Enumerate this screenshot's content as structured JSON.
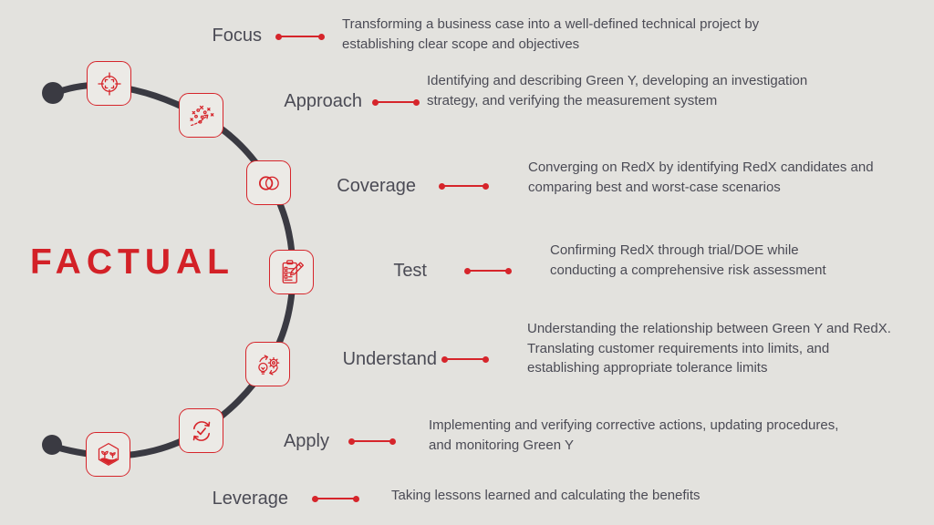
{
  "title": "FACTUAL",
  "colors": {
    "background": "#e3e2de",
    "accent_red": "#d6252b",
    "text_gray": "#4b4b55",
    "curve_dark": "#3a3a42"
  },
  "steps": [
    {
      "label": "Focus",
      "icon": "target-icon",
      "description": "Transforming a business case into a well-defined technical project by establishing clear scope and objectives"
    },
    {
      "label": "Approach",
      "icon": "strategy-icon",
      "description": "Identifying and describing Green Y, developing an investigation strategy, and verifying the measurement system"
    },
    {
      "label": "Coverage",
      "icon": "venn-overlap-icon",
      "description": "Converging on RedX by identifying RedX candidates and comparing best and worst-case scenarios"
    },
    {
      "label": "Test",
      "icon": "checklist-pencil-icon",
      "description": "Confirming RedX through trial/DOE while conducting a comprehensive risk assessment"
    },
    {
      "label": "Understand",
      "icon": "gears-lightbulb-icon",
      "description": "Understanding the relationship between Green Y and RedX. Translating customer requirements into limits, and establishing appropriate tolerance limits"
    },
    {
      "label": "Apply",
      "icon": "sync-check-icon",
      "description": "Implementing and verifying corrective actions, updating procedures, and monitoring Green Y"
    },
    {
      "label": "Leverage",
      "icon": "growth-hand-icon",
      "description": "Taking lessons learned and calculating the benefits"
    }
  ]
}
